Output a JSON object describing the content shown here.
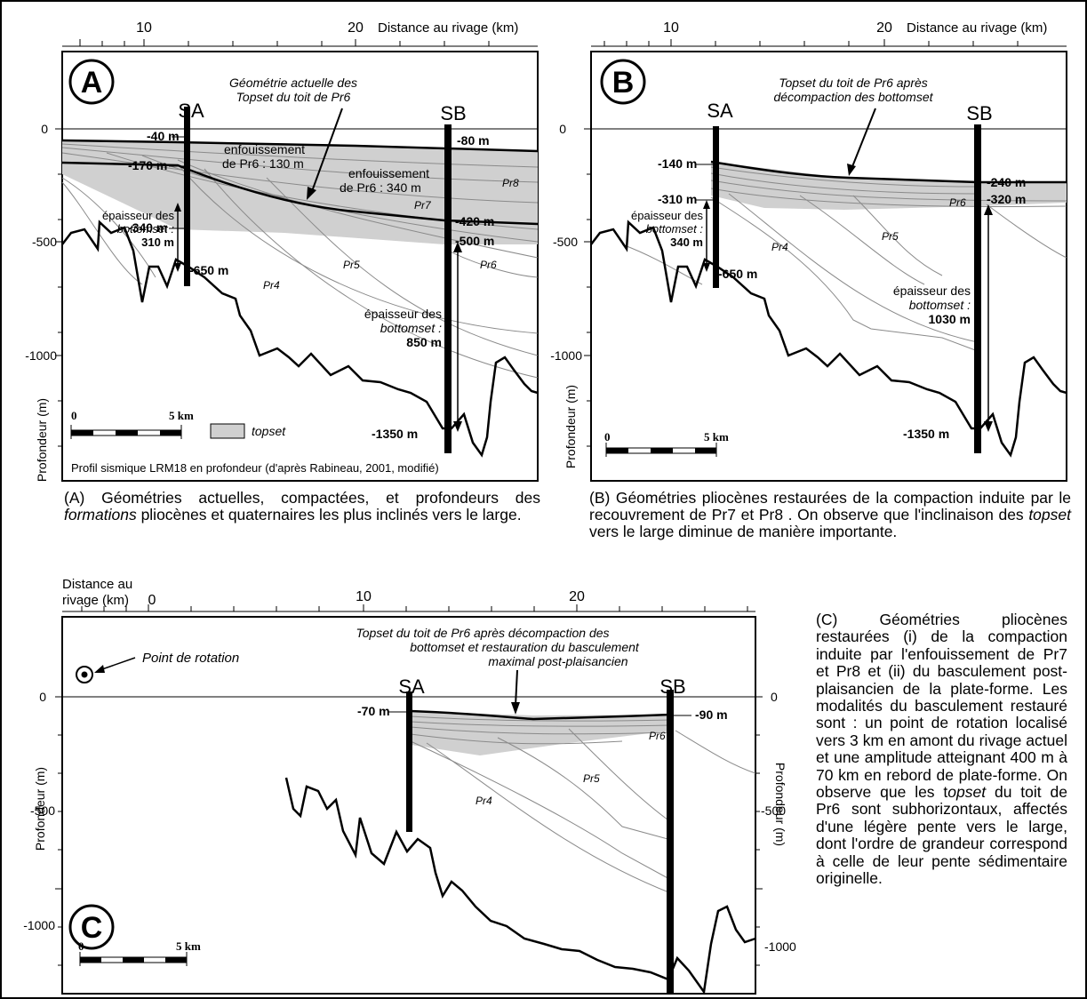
{
  "shared": {
    "distance_label": "Distance au rivage (km)",
    "depth_label": "Profondeur (m)",
    "sa": "SA",
    "sb": "SB",
    "scale_zero": "0",
    "scale_five": "5 km"
  },
  "panel_a": {
    "letter": "A",
    "ticks_top": [
      "10",
      "20"
    ],
    "ticks_left": [
      "0",
      "-500",
      "-1000"
    ],
    "title_annotation": [
      "Géométrie actuelle des",
      "Topset du toit de Pr6"
    ],
    "depths": [
      "-40 m",
      "-170 m",
      "-340 m",
      "-650 m",
      "-80 m",
      "-420 m",
      "-500 m",
      "-1350 m"
    ],
    "burial_sa": [
      "enfouissement",
      "de Pr6 : 130 m"
    ],
    "burial_sb": [
      "enfouissement",
      "de Pr6 : 340 m"
    ],
    "thickness_sa": [
      "épaisseur des",
      "bottomset :",
      "310 m"
    ],
    "thickness_sb": [
      "épaisseur des",
      "bottomset :",
      "850 m"
    ],
    "units": [
      "Pr4",
      "Pr5",
      "Pr6",
      "Pr7",
      "Pr8"
    ],
    "legend_label": "topset",
    "source": "Profil sismique LRM18 en profondeur (d'après Rabineau, 2001, modifié)"
  },
  "panel_b": {
    "letter": "B",
    "ticks_top": [
      "10",
      "20"
    ],
    "ticks_left": [
      "0",
      "-500",
      "-1000"
    ],
    "title_annotation": [
      "Topset du toit de Pr6 après",
      "décompaction des bottomset"
    ],
    "depths": [
      "-140 m",
      "-310 m",
      "-650 m",
      "-240 m",
      "-320 m",
      "-1350 m"
    ],
    "thickness_sa": [
      "épaisseur des",
      "bottomset :",
      "340 m"
    ],
    "thickness_sb": [
      "épaisseur des",
      "bottomset :",
      "1030 m"
    ],
    "units": [
      "Pr4",
      "Pr5",
      "Pr6"
    ]
  },
  "panel_c": {
    "letter": "C",
    "distance_label_lines": [
      "Distance au",
      "rivage (km)"
    ],
    "ticks_top": [
      "0",
      "10",
      "20"
    ],
    "ticks_left": [
      "0",
      "-500",
      "-1000"
    ],
    "ticks_right": [
      "0",
      "-500",
      "-1000"
    ],
    "rotation_point": "Point de rotation",
    "title_annotation": [
      "Topset du toit de Pr6 après décompaction des",
      "bottomset et restauration du basculement",
      "maximal post-plaisancien"
    ],
    "depths": [
      "-70 m",
      "-90 m"
    ],
    "units": [
      "Pr4",
      "Pr5",
      "Pr6"
    ]
  },
  "captions": {
    "a_parts": [
      "(A) Géométries actuelles, compactées, et profondeurs des ",
      "formations",
      " pliocènes et quaternaires les plus inclinés vers le large."
    ],
    "b_parts": [
      "(B) Géométries pliocènes restaurées de la compaction induite par le recouvrement de Pr7 et Pr8 .  On observe que l'inclinaison des ",
      "topset",
      " vers le large diminue de manière importante."
    ],
    "c_parts": [
      "(C) Géométries pliocènes restaurées (i) de la compaction induite par l'enfouissement de Pr7 et Pr8 et (ii) du basculement post-plaisancien de la plate-forme. Les modalités du basculement restauré sont : un point de rotation localisé vers 3 km en amont du rivage actuel et une amplitude atteignant  400 m à 70 km en rebord de plate-forme. On observe que les t",
      "opset",
      " du toit de Pr6 sont subhorizontaux, affectés d'une légère pente vers le large, dont l'ordre de grandeur correspond à celle de leur pente sédimentaire originelle."
    ]
  },
  "colors": {
    "topset_fill": "#d0d0d0",
    "horizon_line": "#8a8a8a",
    "ink": "#000000",
    "background": "#ffffff"
  }
}
